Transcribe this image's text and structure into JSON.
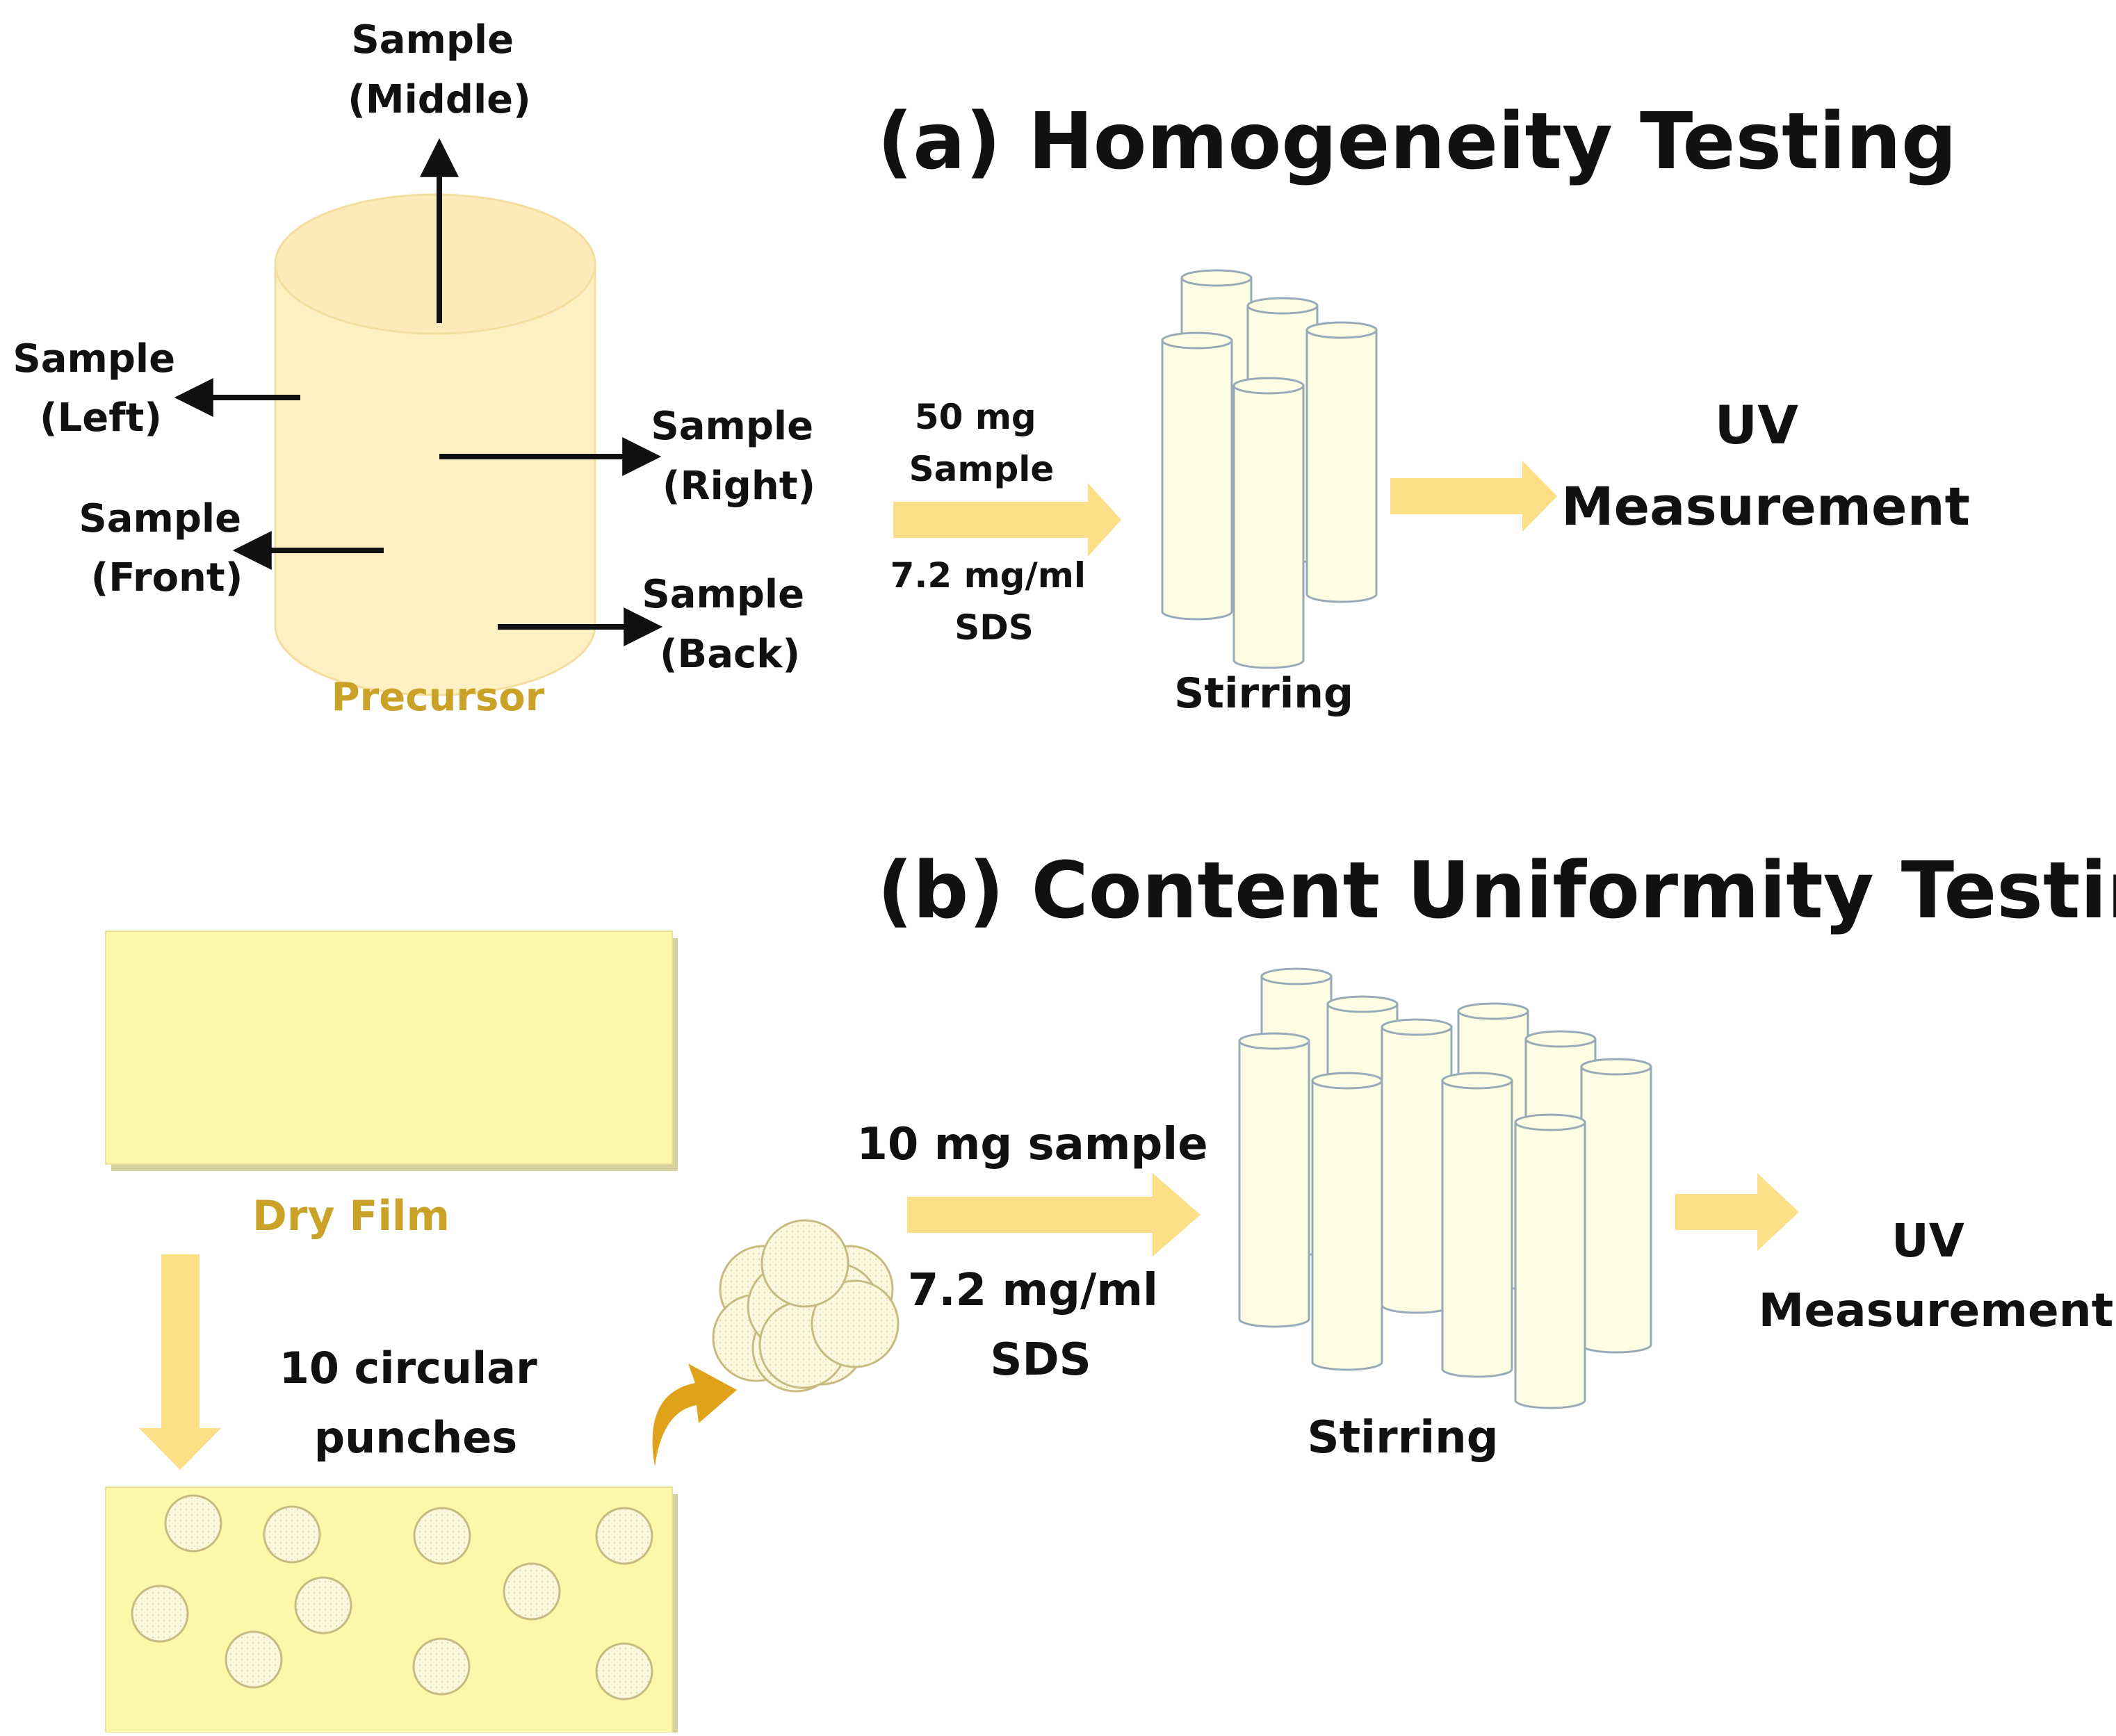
{
  "section_a": {
    "title": "(a) Homogeneity Testing",
    "precursor_label": "Precursor",
    "samples": {
      "middle": [
        "Sample",
        "(Middle)"
      ],
      "left": [
        "Sample",
        "(Left)"
      ],
      "right": [
        "Sample",
        "(Right)"
      ],
      "front": [
        "Sample",
        "(Front)"
      ],
      "back": [
        "Sample",
        "(Back)"
      ]
    },
    "arrow_top_label": [
      "50 mg",
      "Sample"
    ],
    "arrow_bottom_label": [
      "7.2 mg/ml",
      "SDS"
    ],
    "stirring_label": "Stirring",
    "measurement_label": [
      "UV",
      "Measurement"
    ]
  },
  "section_b": {
    "title": "(b) Content Uniformity Testing",
    "film_label": "Dry Film",
    "punches_label": [
      "10 circular",
      "punches"
    ],
    "arrow_top_label": "10 mg sample",
    "arrow_bottom_label": [
      "7.2 mg/ml",
      "SDS"
    ],
    "stirring_label": "Stirring",
    "measurement_label": [
      "UV",
      "Measurement"
    ]
  },
  "colors": {
    "precursor_fill": "#fdf0c2",
    "film_fill": "#fdf7a9",
    "tube_fill": "#fdfde3",
    "tube_stroke": "#98a9b8",
    "arrow_fill": "#fcdf86",
    "gold_text": "#c9a227",
    "curved_arrow": "#e0a21b"
  }
}
